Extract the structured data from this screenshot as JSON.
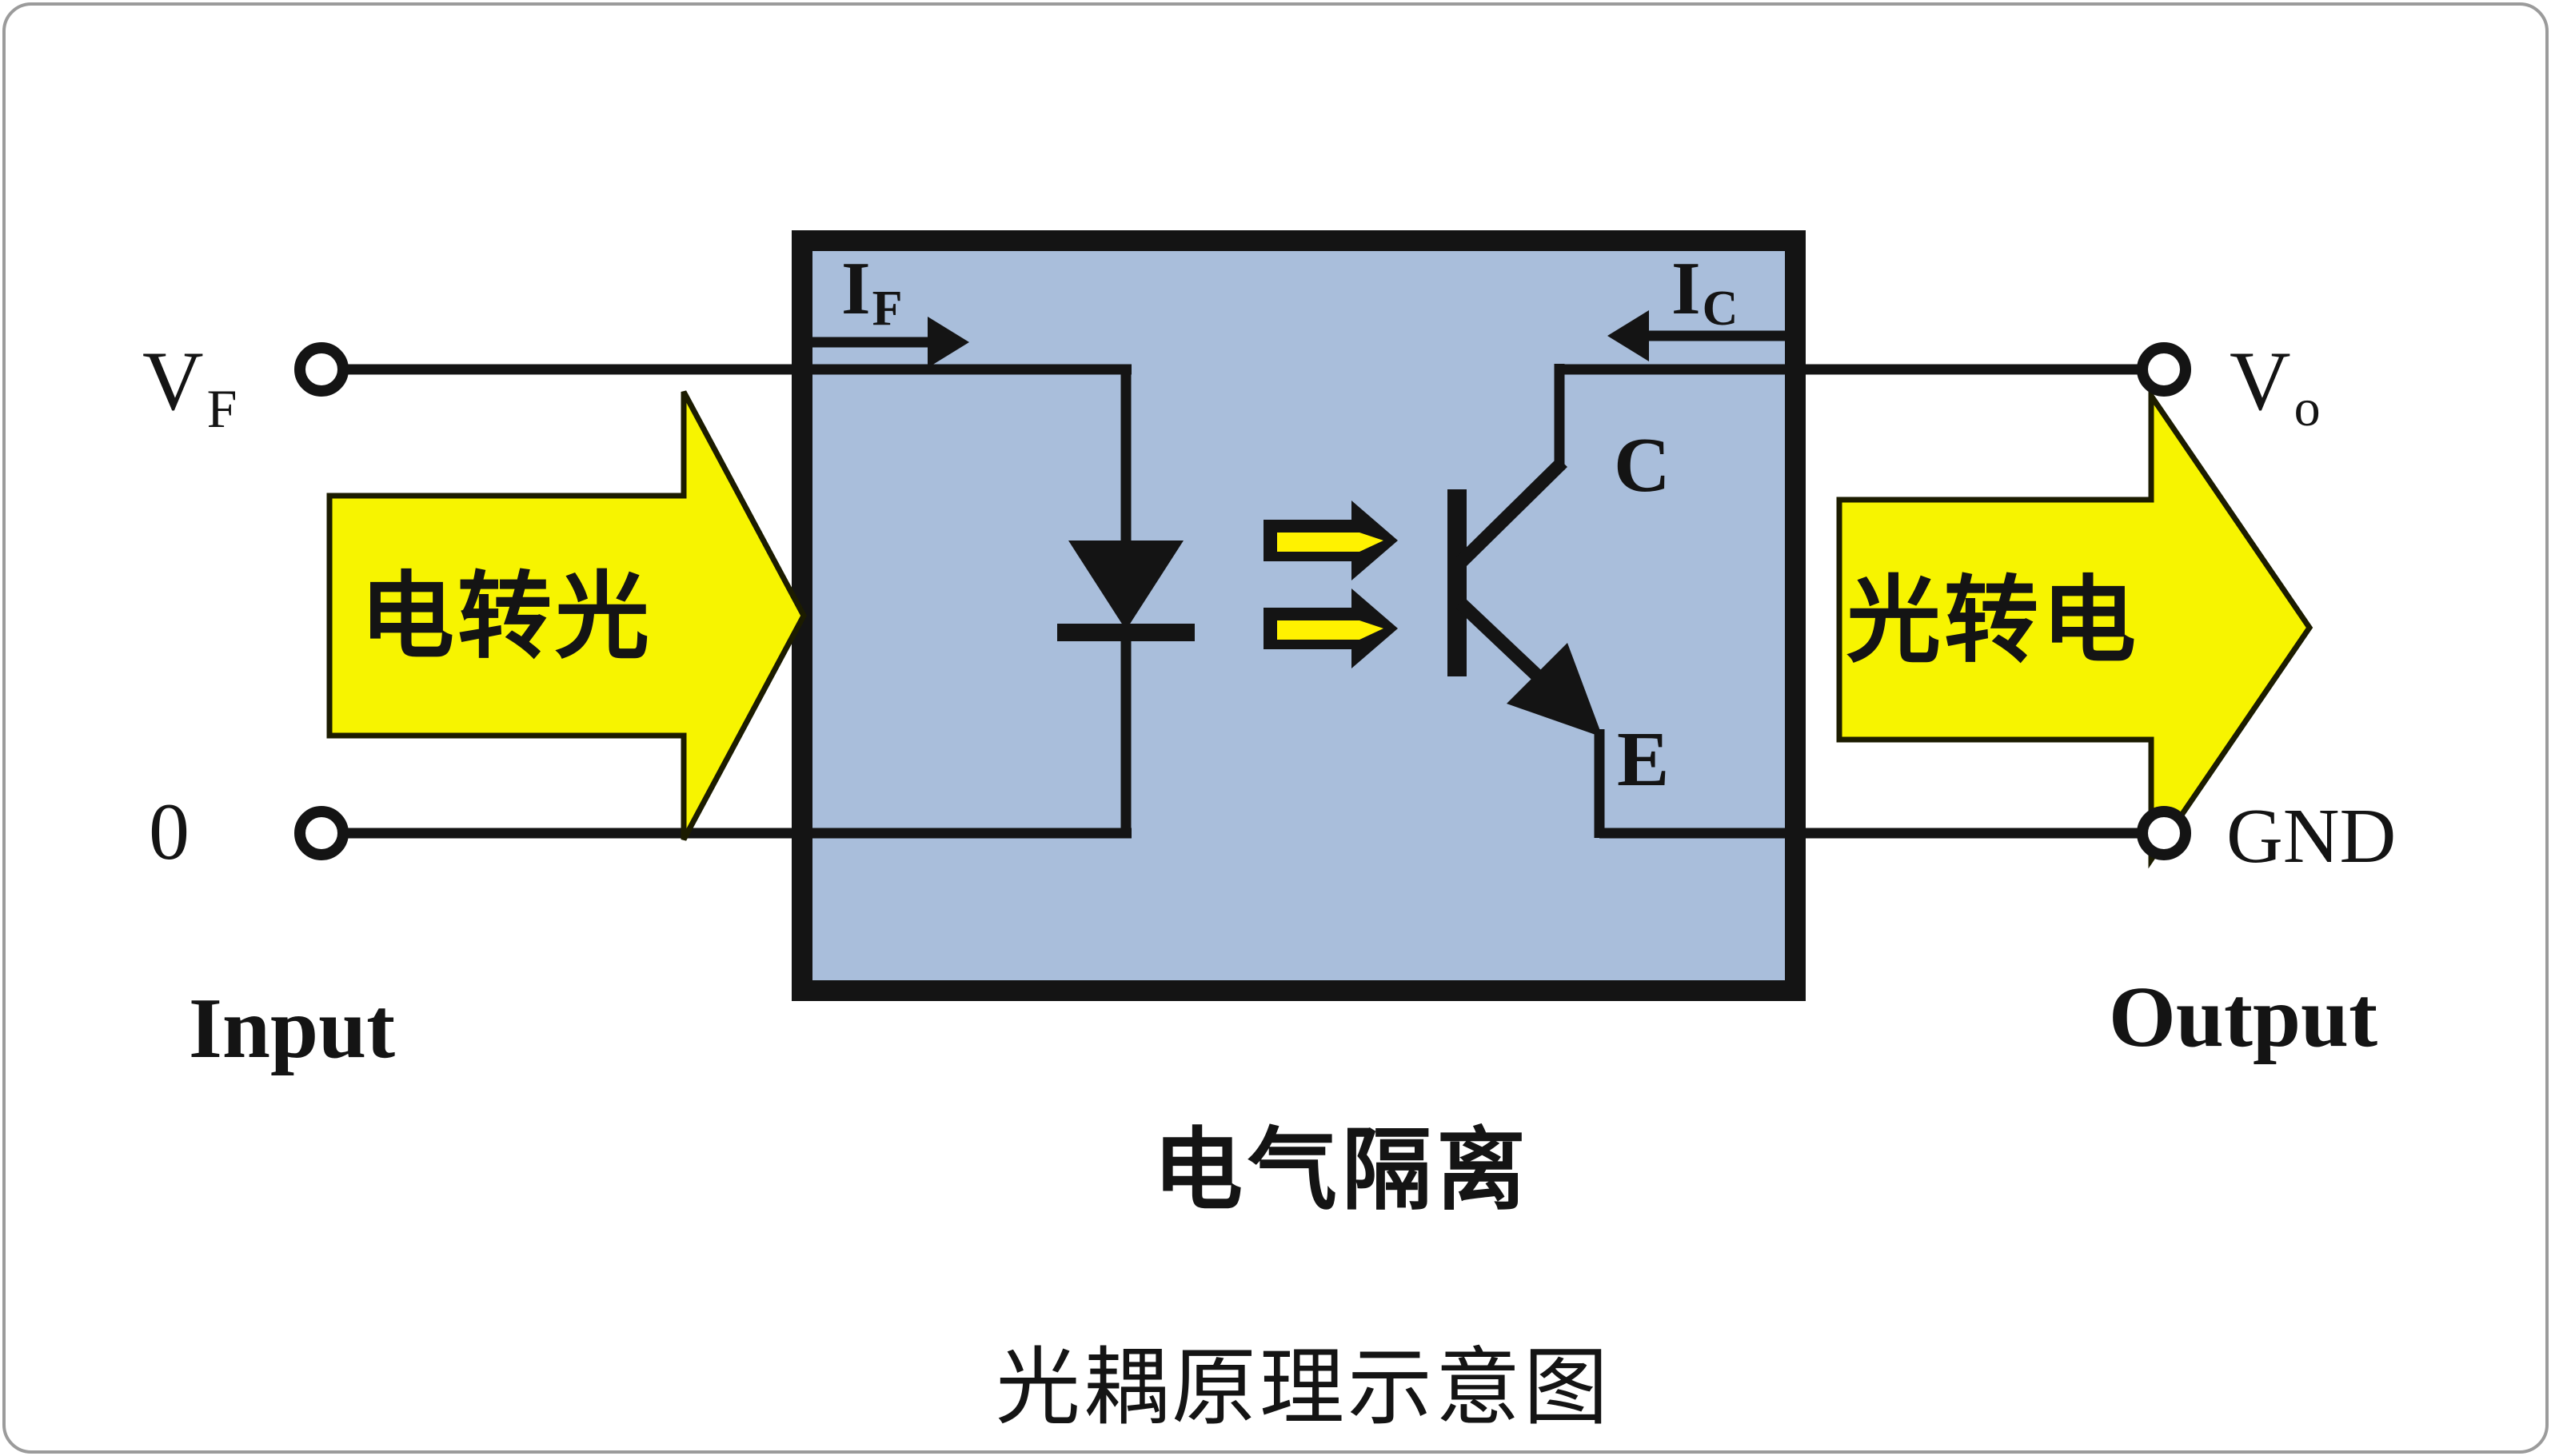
{
  "card": {
    "caption": "光耦原理示意图"
  },
  "diagram": {
    "isolation_label": "电气隔离",
    "input": {
      "label": "Input",
      "top_terminal": {
        "main": "V",
        "sub": "F"
      },
      "bottom_terminal": "0",
      "arrow_label": "电转光"
    },
    "output": {
      "label": "Output",
      "top_terminal": {
        "main": "V",
        "sub": "o"
      },
      "bottom_terminal": "GND",
      "arrow_label": "光转电"
    },
    "currents": {
      "input": {
        "main": "I",
        "sub": "F"
      },
      "output": {
        "main": "I",
        "sub": "C"
      }
    },
    "transistor": {
      "collector": "C",
      "emitter": "E"
    },
    "colors": {
      "isolation_box_fill": "#a9bedb",
      "arrow_yellow": "#f7f400",
      "beam_yellow": "#fff200",
      "line_black": "#141414",
      "arrow_text": "#1e1e04",
      "card_border": "#9b9b9b"
    }
  }
}
